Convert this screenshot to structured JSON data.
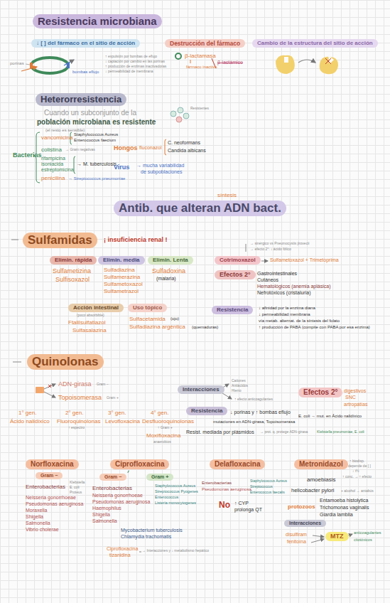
{
  "diagram": {
    "title": "Resistencia microbiana",
    "nodes": [
      {
        "text": [
          "↓ [ ] del fármaco en el sitio de acción"
        ]
      },
      {
        "text": [
          "Destrucción del fármaco"
        ]
      },
      {
        "text": [
          "Cambio de la estructura del sitio de acción"
        ]
      },
      {
        "text": [
          "Heterorresistencia"
        ]
      },
      {
        "text": [
          "Antib. que alteran ADN bact."
        ]
      },
      {
        "text": [
          "Sulfamidas"
        ]
      },
      {
        "text": [
          "Elimin. rápida"
        ]
      },
      {
        "text": [
          "Elimin. media"
        ]
      },
      {
        "text": [
          "Elimin. Lenta"
        ]
      },
      {
        "text": [
          "Acción intestinal"
        ]
      },
      {
        "text": [
          "Uso tópico"
        ]
      },
      {
        "text": [
          "Cotrimoxazol"
        ]
      },
      {
        "text": [
          "Efectos 2°"
        ]
      },
      {
        "text": [
          "Resistencia"
        ]
      },
      {
        "text": [
          "Quinolonas"
        ]
      },
      {
        "text": [
          "Interacciones"
        ]
      },
      {
        "text": [
          "Efectos 2°"
        ]
      },
      {
        "text": [
          "Resistencia"
        ]
      },
      {
        "text": [
          "Norfloxacina"
        ]
      },
      {
        "text": [
          "Gram −"
        ]
      },
      {
        "text": [
          "Ciprofloxacina"
        ]
      },
      {
        "text": [
          "Gram −"
        ]
      },
      {
        "text": [
          "Gram +"
        ]
      },
      {
        "text": [
          "Delafloxacina"
        ]
      },
      {
        "text": [
          "Metronidazol"
        ]
      },
      {
        "text": [
          "Interacciones"
        ]
      },
      {
        "text": [
          "MTZ"
        ]
      }
    ],
    "labels": [
      "porinas",
      "bombas eflujo",
      "↑ expulsión por bombas de eflujo",
      "↓ captación por cambio en las porinas",
      "↑ producción de enzimas inactivadoras",
      "↓ permeabilidad de membrana",
      "β-lactamasa",
      "fármaco inactivo",
      "β-lactámico",
      "Cuando un subconjunto de la",
      "población microbiana es resistente",
      "(el resto es sensible)",
      "Resistentes",
      "Bacterias",
      "vancomicina",
      "Staphylococcus Aureus",
      "Enterococcus faecium",
      "colistina",
      "→ Gram negativas",
      "rifampicina",
      "isoniacida",
      "estreptomicina",
      "→ M. tuberculosis",
      "penicilina",
      "→ Streptococcus pneumoniae",
      "Hongos",
      "fluconazol",
      "C. neoformans",
      "Candida albicans",
      "Virus",
      "→ mucha variabilidad",
      "de subpoblaciones",
      "síntesis",
      "¡ insuficiencia renal !",
      "Sulfametizina",
      "Sulfisoxazol",
      "Sulfadiazina",
      "Sulfamerazina",
      "Sulfametoxazol",
      "Sulfametrazol",
      "Sulfadoxina",
      "(malaria)",
      "(poco absorbible)",
      "Ftalilsulfatiazol",
      "Sulfasalazina",
      "Sulfacetamida",
      "(ojo)",
      "Sulfadiazina argéntica",
      "(quemaduras)",
      "→ sinérgico vs Pneumocystis jirovecii",
      "→ efecto 2°: ↓ ácido fólico",
      "Sulfametoxazol + Trimetoprima",
      "Gastrointestinales",
      "Cutáneos",
      "Hematológicos (anemia aplásica)",
      "Nefrotóxicos (cristaluria)",
      "↓ afinidad por la enzima diana",
      "↓ permeabilidad membrana",
      "vía metab. alternat. de la síntesis del folato",
      "↑ producción de PABA (compite con PABA por esa enzima)",
      "ADN-girasa",
      "Gram −",
      "Topoisomerasa",
      "Gram +",
      "1° gen.",
      "Ácido nalidíxico",
      "2° gen.",
      "Fluoroquinolonas",
      "↑ espectro",
      "3° gen.",
      "Levofloxacina",
      "4° gen.",
      "Desfluoroquinolonas",
      "↑ Gram +",
      "Moxifloxacina",
      "anaerobios",
      "Cationes",
      "Antiácidos",
      "Hierro",
      "↑ efecto anticoagulantes",
      "digestivos",
      "SNC",
      "artropatías",
      "↓ porinas y ↑ bombas eflujo",
      "mutaciones en ADN-girasa, Topoisomerasa",
      "E. coli → mut. en Ácido nalidíxico",
      "Resist. mediada por plásmidos",
      "→ prot. q. protege ADN-girasa",
      "Klebsiella pneumoniae, E. coli",
      "Enterobacterias",
      "Klebsiella",
      "E. coli",
      "Proteus",
      "Neisseria gonorrhoeae",
      "Pseudomonas aeruginosa",
      "Moraxella",
      "Shigella",
      "Salmonella",
      "Vibrio cholerae",
      "Enterobacterias",
      "Neisseria gonorrhoeae",
      "Pseudomonas aeruginosa",
      "Haemophilus",
      "Shigella",
      "Salmonella",
      "Staphylococcus Aureus",
      "Streptococcus Pyogenes",
      "Enterococcus",
      "Listeria monocytogenes",
      "Mycobacterium tuberculosis",
      "Chlamydia trachomatis",
      "Ciprofloxacina",
      "tizanidina",
      "→ Interacciones y ↓ metabolismo hepático",
      "Enterobacterias",
      "Pseudomonas aeruginosa",
      "Staphylococcus Aureus",
      "Streptococcus",
      "Enterococcus faecalis",
      "No",
      "↑ CYP",
      "prolonga QT",
      "↑ biodisp.",
      "depende de [ ]",
      "↓ t½",
      "↑ conc. → ↑ efecto",
      "amoebiasis",
      "helicobacter pylori",
      "+ alcohol → antabús",
      "protozoos",
      "Entamoeba histolytica",
      "Trichomonas vaginalis",
      "Giardia lamblia",
      "disulfiram",
      "fenitoína",
      "anticoagulantes",
      "citotóxicos"
    ]
  }
}
